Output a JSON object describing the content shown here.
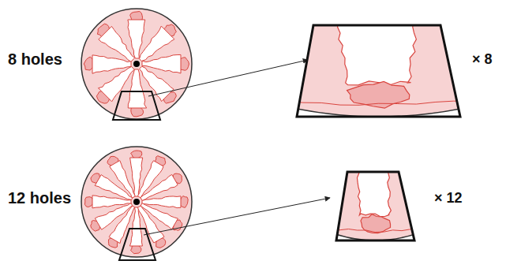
{
  "diagram": {
    "labels": [
      "8 holes",
      "× 8",
      "12 holes",
      "× 12"
    ]
  }
}
